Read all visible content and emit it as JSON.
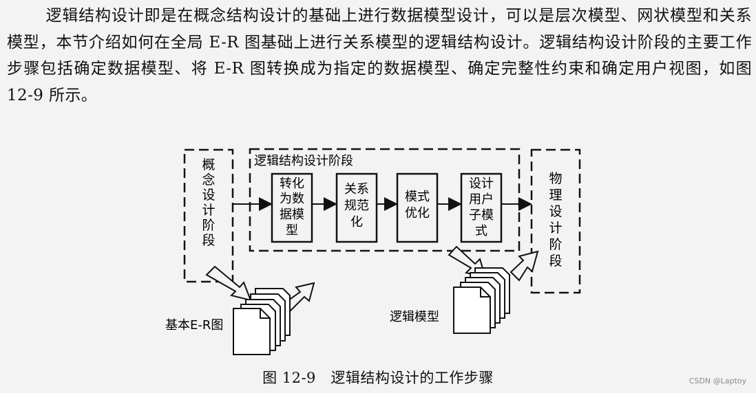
{
  "paragraph": "逻辑结构设计即是在概念结构设计的基础上进行数据模型设计，可以是层次模型、网状模型和关系模型，本节介绍如何在全局 E-R 图基础上进行关系模型的逻辑结构设计。逻辑结构设计阶段的主要工作步骤包括确定数据模型、将 E-R 图转换成为指定的数据模型、确定完整性约束和确定用户视图，如图 12-9 所示。",
  "diagram": {
    "stage_concept": [
      "概",
      "念",
      "设",
      "计",
      "阶",
      "段"
    ],
    "stage_logical_title": "逻辑结构设计阶段",
    "steps": [
      {
        "lines": [
          "转化",
          "为数",
          "据模",
          "型"
        ]
      },
      {
        "lines": [
          "关系",
          "规范",
          "化"
        ]
      },
      {
        "lines": [
          "模式",
          "优化"
        ]
      },
      {
        "lines": [
          "设计",
          "用户",
          "子模",
          "式"
        ]
      }
    ],
    "stage_physical": [
      "物",
      "理",
      "设",
      "计",
      "阶",
      "段"
    ],
    "input_doc_label": "基本E-R图",
    "output_doc_label": "逻辑模型"
  },
  "caption": "图 12-9　逻辑结构设计的工作步骤",
  "watermark": "CSDN @Laptoy"
}
